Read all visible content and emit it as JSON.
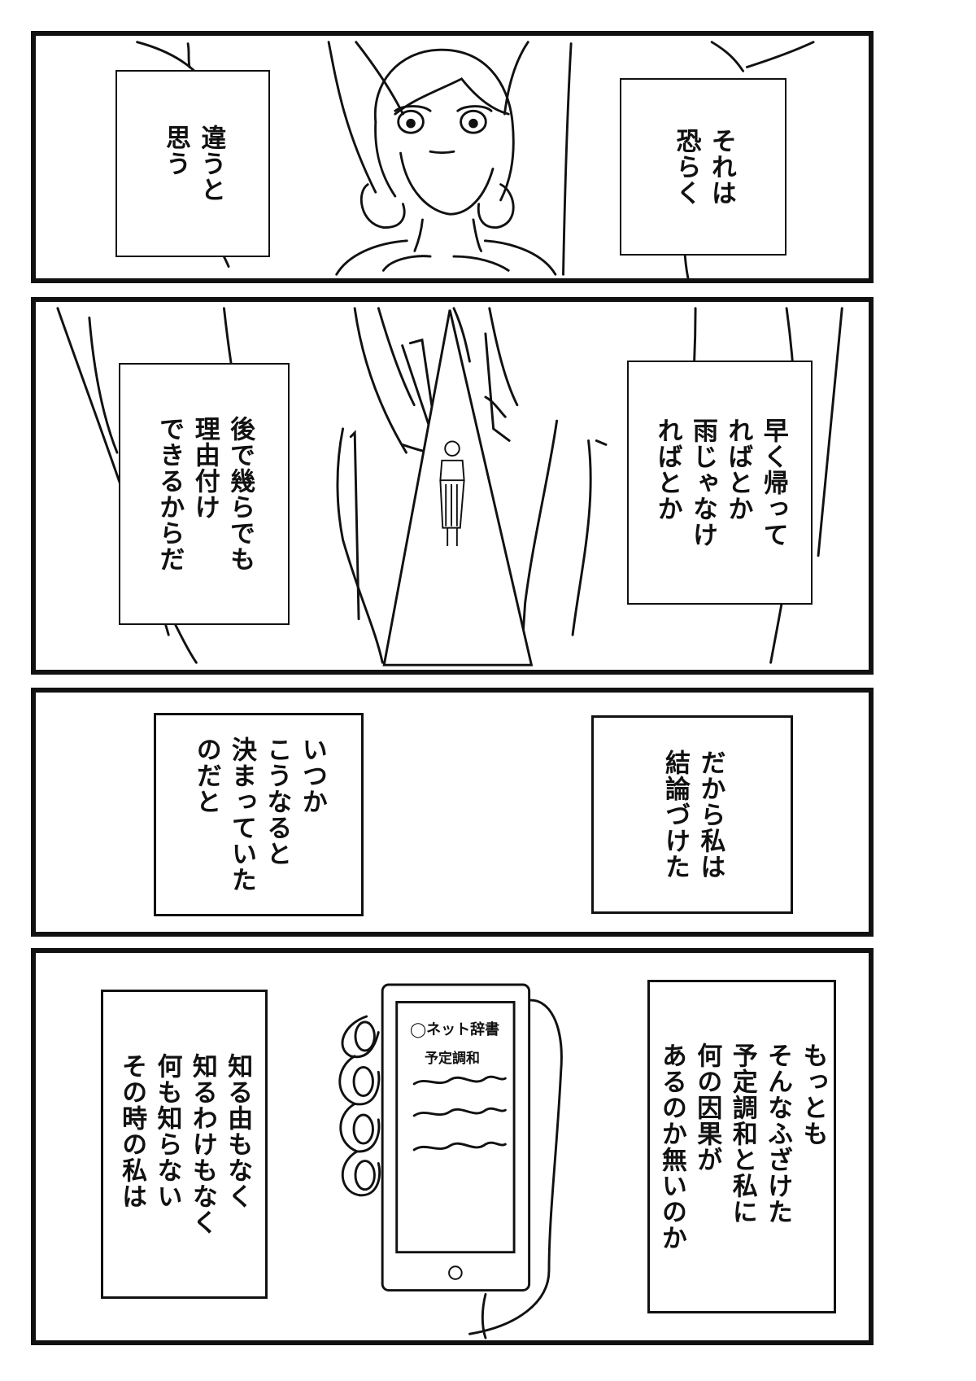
{
  "panels": [
    {
      "id": "panel-1",
      "captions": {
        "left": [
          "違うと",
          "思う"
        ],
        "right": [
          "それは",
          "恐らく"
        ]
      }
    },
    {
      "id": "panel-2",
      "captions": {
        "left": [
          "後で幾らでも",
          "理由付け",
          "できるからだ"
        ],
        "right": [
          "早く帰って",
          "ればとか",
          "雨じゃなけ",
          "ればとか"
        ]
      }
    },
    {
      "id": "panel-3",
      "captions": {
        "left": [
          "いつか",
          "こうなると",
          "決まっていた",
          "のだと"
        ],
        "right": [
          "だから私は",
          "結論づけた"
        ]
      }
    },
    {
      "id": "panel-4",
      "captions": {
        "left": [
          "知る由もなく",
          "知るわけもなく",
          "何も知らない",
          "その時の私は"
        ],
        "right": [
          "もっとも",
          "そんなふざけた",
          "予定調和と私に",
          "何の因果が",
          "あるのか無いのか"
        ]
      },
      "phone": {
        "app_name": "◯ネット辞書",
        "entry": "予定調和"
      }
    }
  ]
}
